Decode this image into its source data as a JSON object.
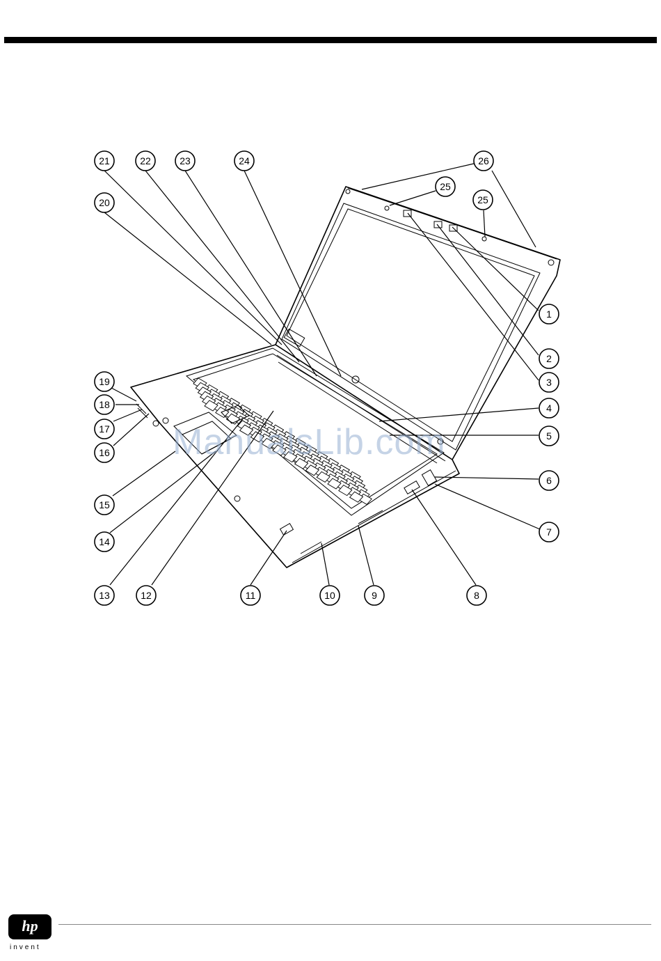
{
  "diagram": {
    "callout_labels": [
      "1",
      "2",
      "3",
      "4",
      "5",
      "6",
      "7",
      "8",
      "9",
      "10",
      "11",
      "12",
      "13",
      "14",
      "15",
      "16",
      "17",
      "18",
      "19",
      "20",
      "21",
      "22",
      "23",
      "24",
      "25",
      "25",
      "26"
    ]
  },
  "watermark": {
    "text": "ManualsLib.com"
  },
  "footer": {
    "logo_text": "hp",
    "tagline": "invent"
  }
}
